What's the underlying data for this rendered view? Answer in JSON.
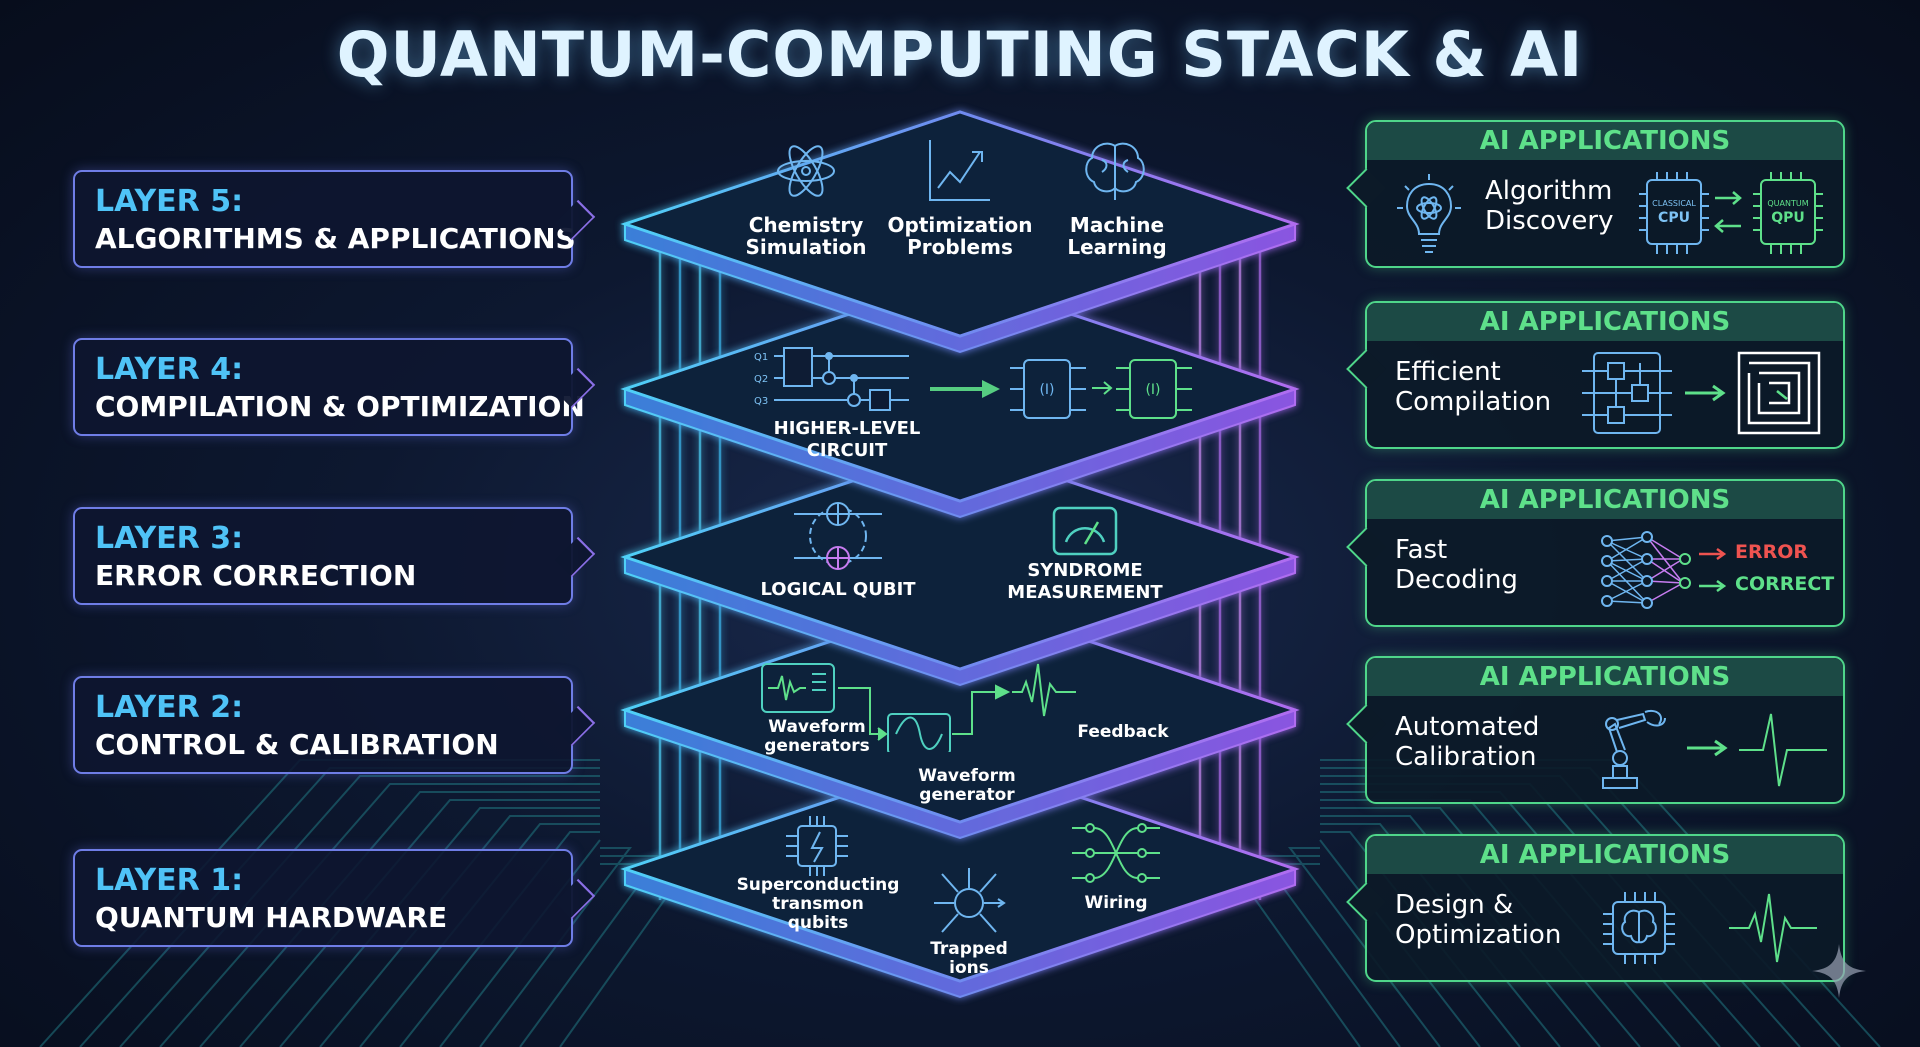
{
  "title": "QUANTUM-COMPUTING STACK & AI",
  "layers": [
    {
      "num": "LAYER 5:",
      "name": "ALGORITHMS & APPLICATIONS"
    },
    {
      "num": "LAYER 4:",
      "name": "COMPILATION & OPTIMIZATION"
    },
    {
      "num": "LAYER 3:",
      "name": "ERROR CORRECTION"
    },
    {
      "num": "LAYER 2:",
      "name": "CONTROL & CALIBRATION"
    },
    {
      "num": "LAYER 1:",
      "name": "QUANTUM HARDWARE"
    }
  ],
  "stack": {
    "l5": {
      "chem": [
        "Chemistry",
        "Simulation"
      ],
      "opt": [
        "Optimization",
        "Problems"
      ],
      "ml": [
        "Machine",
        "Learning"
      ]
    },
    "l4": {
      "circuit": [
        "HIGHER-LEVEL",
        "CIRCUIT"
      ],
      "q": [
        "Q1",
        "Q2",
        "Q3"
      ]
    },
    "l3": {
      "logical": "LOGICAL QUBIT",
      "syndrome": [
        "SYNDROME",
        "MEASUREMENT"
      ]
    },
    "l2": {
      "wgs": [
        "Waveform",
        "generators"
      ],
      "wg": [
        "Waveform",
        "generator"
      ],
      "feedback": "Feedback"
    },
    "l1": {
      "sc": [
        "Superconducting",
        "transmon",
        "qubits"
      ],
      "ions": [
        "Trapped",
        "ions"
      ],
      "wiring": "Wiring"
    }
  },
  "ai_panels": [
    {
      "header": "AI APPLICATIONS",
      "title": [
        "Algorithm",
        "Discovery"
      ],
      "cpu": [
        "CLASSICAL",
        "CPU"
      ],
      "qpu": [
        "QUANTUM",
        "QPU"
      ]
    },
    {
      "header": "AI APPLICATIONS",
      "title": [
        "Efficient",
        "Compilation"
      ]
    },
    {
      "header": "AI APPLICATIONS",
      "title": [
        "Fast",
        "Decoding"
      ],
      "error": "ERROR",
      "correct": "CORRECT"
    },
    {
      "header": "AI APPLICATIONS",
      "title": [
        "Automated",
        "Calibration"
      ]
    },
    {
      "header": "AI APPLICATIONS",
      "title": [
        "Design &",
        "Optimization"
      ]
    }
  ],
  "colors": {
    "cyan": "#4fc3f7",
    "purple": "#a46cf0",
    "green": "#5ee08a",
    "error": "#ef5350"
  }
}
